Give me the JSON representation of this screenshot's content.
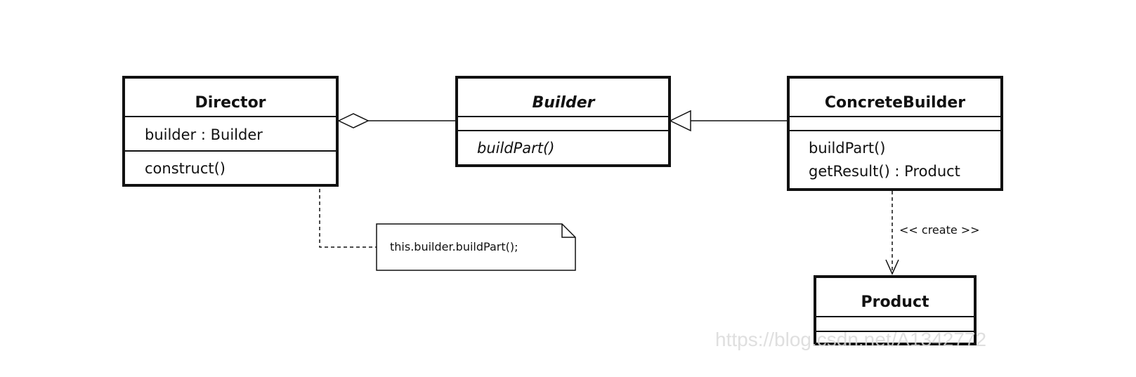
{
  "diagram": {
    "type": "uml-class-diagram",
    "classes": {
      "director": {
        "name": "Director",
        "attributes": [
          "builder : Builder"
        ],
        "operations": [
          "construct()"
        ]
      },
      "builder": {
        "name": "Builder",
        "abstract": true,
        "attributes": [],
        "operations": [
          "buildPart()"
        ]
      },
      "concrete_builder": {
        "name": "ConcreteBuilder",
        "attributes": [],
        "operations": [
          "buildPart()",
          "getResult() : Product"
        ]
      },
      "product": {
        "name": "Product",
        "attributes": [],
        "operations": []
      }
    },
    "relations": [
      {
        "from": "Director",
        "to": "Builder",
        "kind": "aggregation"
      },
      {
        "from": "ConcreteBuilder",
        "to": "Builder",
        "kind": "generalization"
      },
      {
        "from": "ConcreteBuilder",
        "to": "Product",
        "kind": "dependency",
        "label": "<< create >>"
      },
      {
        "from": "Director.construct()",
        "to": "note",
        "kind": "note-anchor"
      }
    ],
    "note": {
      "text": "this.builder.buildPart();"
    },
    "watermark": "https://blog.csdn.net/A1342772"
  }
}
